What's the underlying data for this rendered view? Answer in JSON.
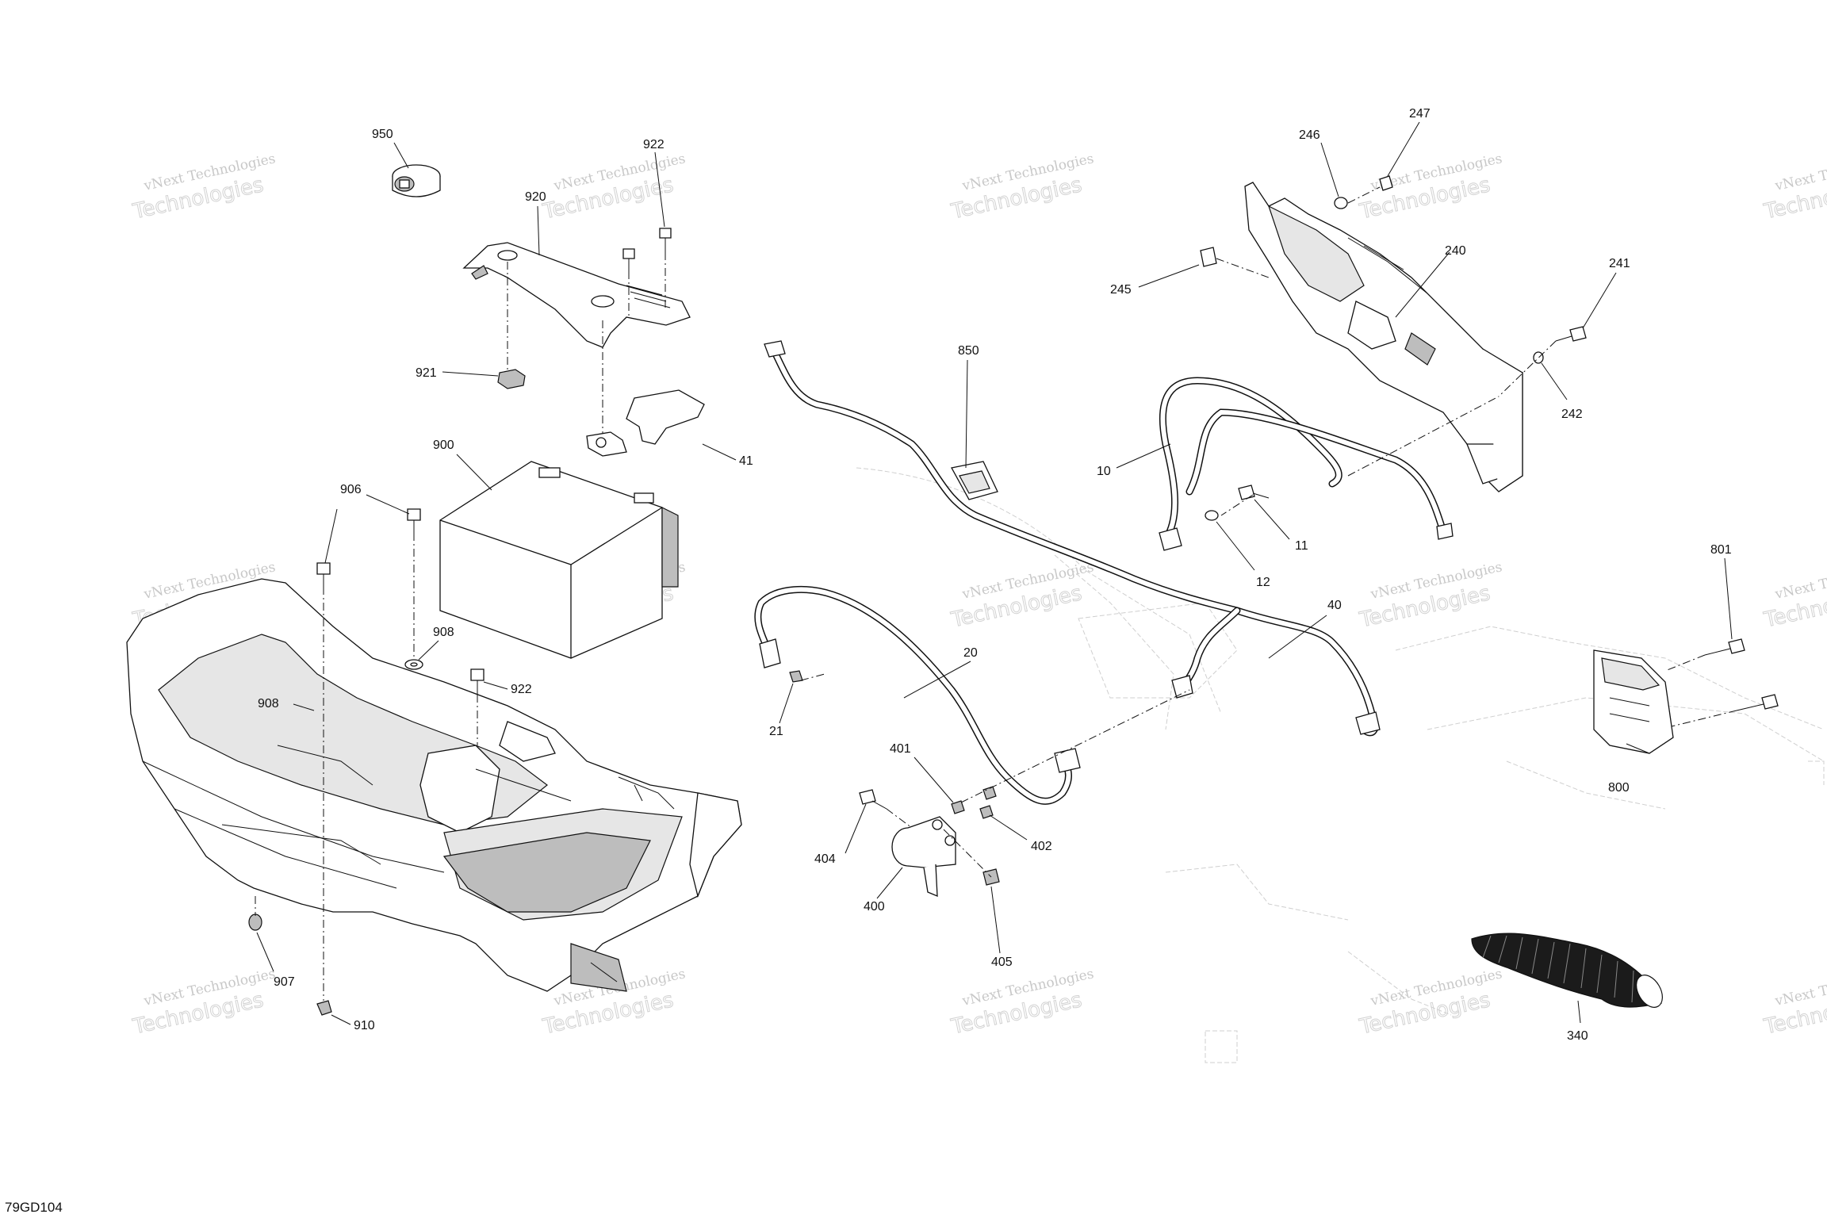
{
  "figure_code": "79GD104",
  "watermark": {
    "line1": "vNext Technologies",
    "line2": "Technologies",
    "line3": "vNext"
  },
  "labels": {
    "l950": "950",
    "l922a": "922",
    "l920": "920",
    "l921": "921",
    "l41": "41",
    "l900": "900",
    "l906": "906",
    "l908a": "908",
    "l908b": "908",
    "l922b": "922",
    "l907": "907",
    "l910": "910",
    "l850": "850",
    "l21": "21",
    "l20": "20",
    "l401": "401",
    "l404": "404",
    "l402": "402",
    "l400": "400",
    "l405": "405",
    "l40": "40",
    "l10": "10",
    "l11": "11",
    "l12": "12",
    "l245": "245",
    "l246": "246",
    "l247": "247",
    "l240": "240",
    "l241": "241",
    "l242": "242",
    "l801": "801",
    "l800": "800",
    "l340": "340"
  }
}
